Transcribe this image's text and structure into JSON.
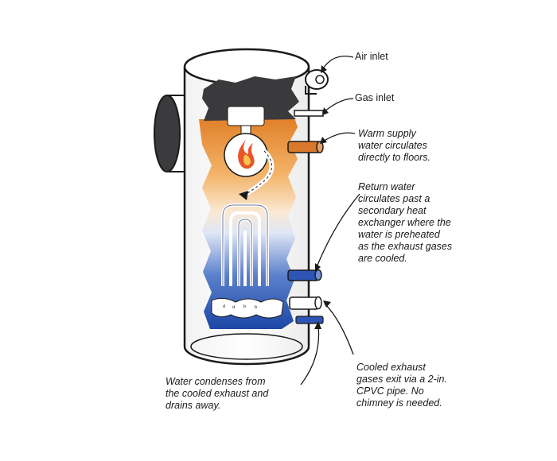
{
  "labels": {
    "air_inlet": "Air inlet",
    "gas_inlet": "Gas inlet",
    "warm_supply": [
      "Warm supply",
      "water circulates",
      "directly to floors."
    ],
    "return_water": [
      "Return water",
      "circulates past a",
      "secondary heat",
      "exchanger where the",
      "water is preheated",
      "as the exhaust gases",
      "are cooled."
    ],
    "cooled_exhaust": [
      "Cooled exhaust",
      "gases exit via a 2-in.",
      "CPVC pipe. No",
      "chimney is needed."
    ],
    "condensate": [
      "Water condenses from",
      "the cooled exhaust and",
      "drains away."
    ]
  },
  "colors": {
    "outline": "#1a1a1a",
    "combustion_chamber": "#3a3a3c",
    "warm_zone": "#e88a2c",
    "cool_zone": "#1e4fae",
    "warm_pipe": "#d9782a",
    "return_pipe": "#2d55b5",
    "flame": "#e8552a"
  },
  "icons": [
    "air-inlet-fan-icon",
    "flame-icon",
    "burner-icon",
    "heat-exchanger-coil-icon"
  ]
}
